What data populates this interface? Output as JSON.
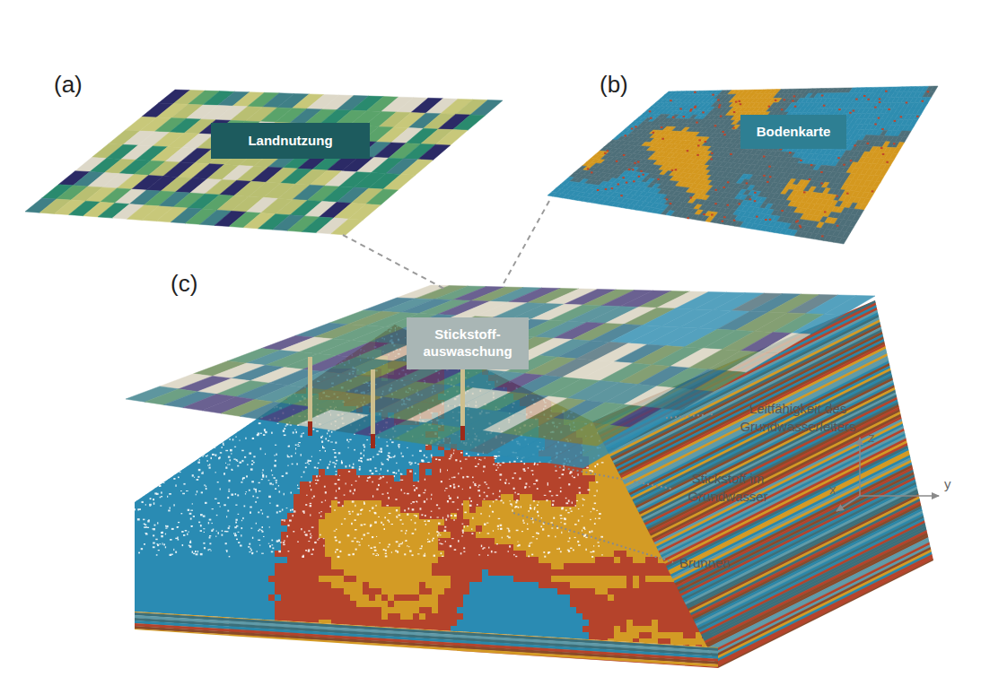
{
  "diagram": {
    "nodes": [
      {
        "text": [
          "Landnutzung"
        ]
      },
      {
        "text": [
          "Bodenkarte"
        ]
      },
      {
        "text": [
          "Stickstoff- auswaschung"
        ]
      }
    ],
    "labels": [
      "(a)",
      "(b)",
      "(c)",
      "Leitfähigkeit des Grundwasserleiters",
      "Stickstoff im Grundwasser",
      "Brunnen",
      "z",
      "x",
      "y"
    ]
  }
}
